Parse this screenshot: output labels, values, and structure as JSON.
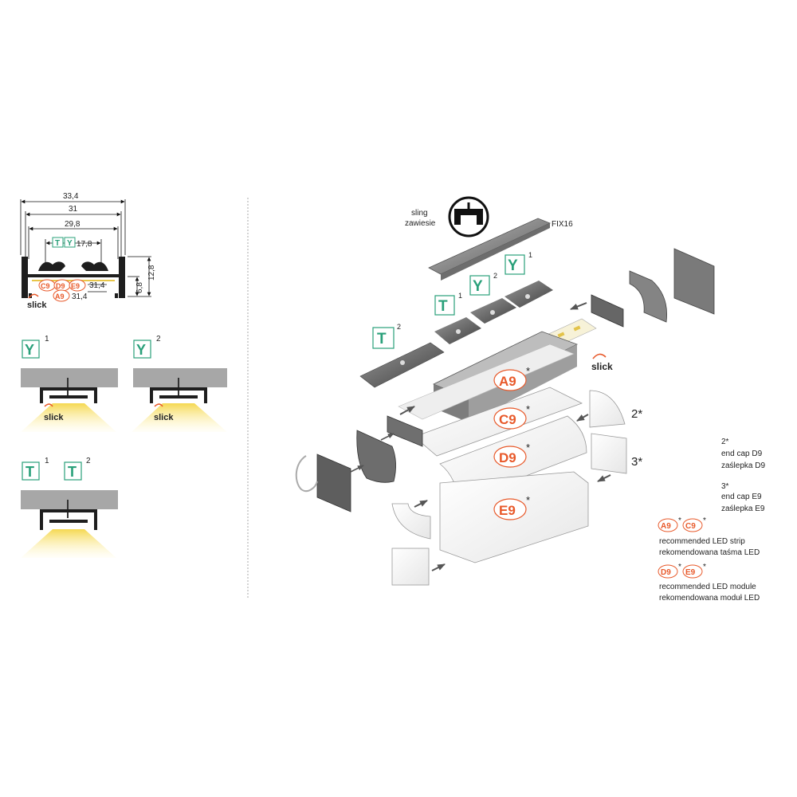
{
  "dimensions": {
    "w334": "33,4",
    "w31": "31",
    "w298": "29,8",
    "w178": "17,8",
    "h68": "6,8",
    "h128": "12,8",
    "w314a": "31,4",
    "w314b": "31,4"
  },
  "badges": {
    "T": "T",
    "Y": "Y",
    "A9": "A9",
    "C9": "C9",
    "D9": "D9",
    "E9": "E9"
  },
  "superscripts": {
    "one": "1",
    "two": "2"
  },
  "slick_label": "slick",
  "asterisk": "*",
  "sling": {
    "line1": "sling",
    "line2": "zawiesie"
  },
  "fix16": "FIX16",
  "callout_2": "2*",
  "callout_3": "3*",
  "legend": {
    "end_cap_d9": {
      "ref": "2*",
      "en": "end cap D9",
      "pl": "zaślepka D9"
    },
    "end_cap_e9": {
      "ref": "3*",
      "en": "end cap E9",
      "pl": "zaślepka E9"
    },
    "strip": {
      "en": "recommended LED strip",
      "pl": "rekomendowana taśma LED"
    },
    "module": {
      "en": "recommended LED module",
      "pl": "rekomendowana moduł LED"
    }
  },
  "colors": {
    "teal": "#2aa07a",
    "orange": "#e8592a",
    "light_yellow": "#f5d44a",
    "profile_dark": "#2b2b2b",
    "ceiling_gray": "#a7a7a7"
  }
}
